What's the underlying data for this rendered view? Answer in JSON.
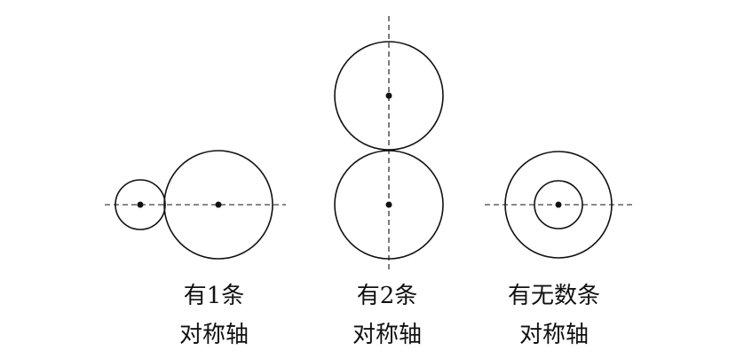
{
  "captions": [
    {
      "line1": "有1条",
      "line2": "对称轴"
    },
    {
      "line1": "有2条",
      "line2": "对称轴"
    },
    {
      "line1": "有无数条",
      "line2": "对称轴"
    }
  ]
}
